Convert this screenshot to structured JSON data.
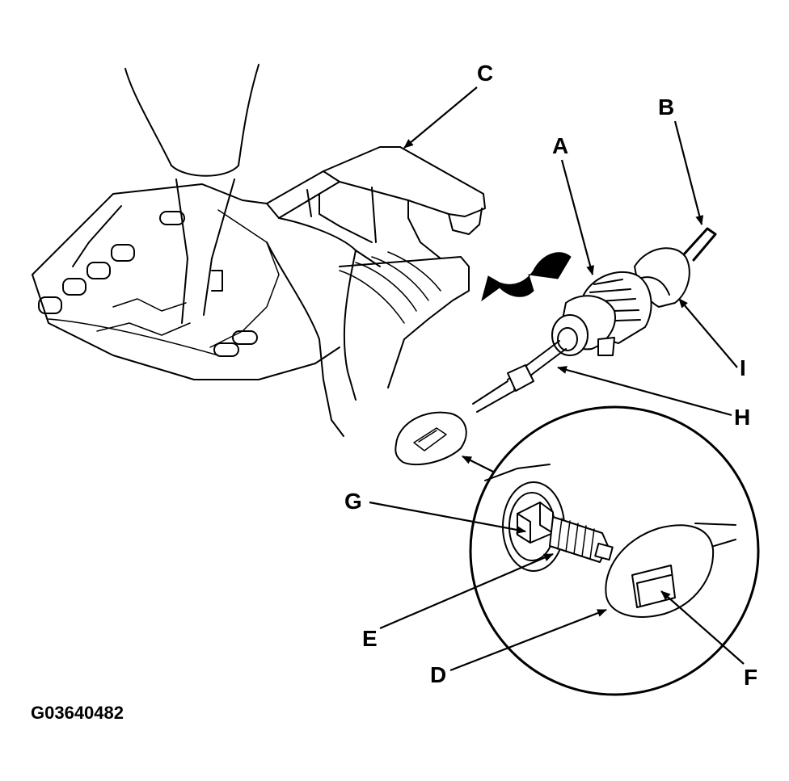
{
  "figure": {
    "id_code": "G03640482"
  },
  "callouts": [
    {
      "key": "A",
      "text": "A"
    },
    {
      "key": "B",
      "text": "B"
    },
    {
      "key": "C",
      "text": "C"
    },
    {
      "key": "D",
      "text": "D"
    },
    {
      "key": "E",
      "text": "E"
    },
    {
      "key": "F",
      "text": "F"
    },
    {
      "key": "G",
      "text": "G"
    },
    {
      "key": "H",
      "text": "H"
    },
    {
      "key": "I",
      "text": "I"
    }
  ],
  "colors": {
    "ink": "#000000",
    "paper": "#ffffff"
  },
  "icons": [
    "arrowhead",
    "curved-arrow-icon",
    "detail-circle"
  ]
}
